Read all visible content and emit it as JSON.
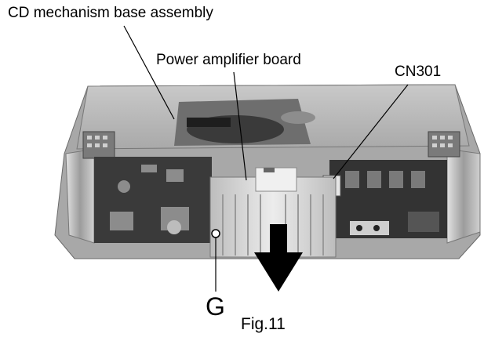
{
  "labels": {
    "cd_mechanism": "CD mechanism base assembly",
    "power_amp": "Power amplifier board",
    "connector": "CN301",
    "screw": "G",
    "caption": "Fig.11"
  },
  "colors": {
    "ink": "#000000",
    "chassis": "#b9b9b9",
    "board_dark": "#2e2e2e",
    "heatsink": "#d8d8d8"
  }
}
